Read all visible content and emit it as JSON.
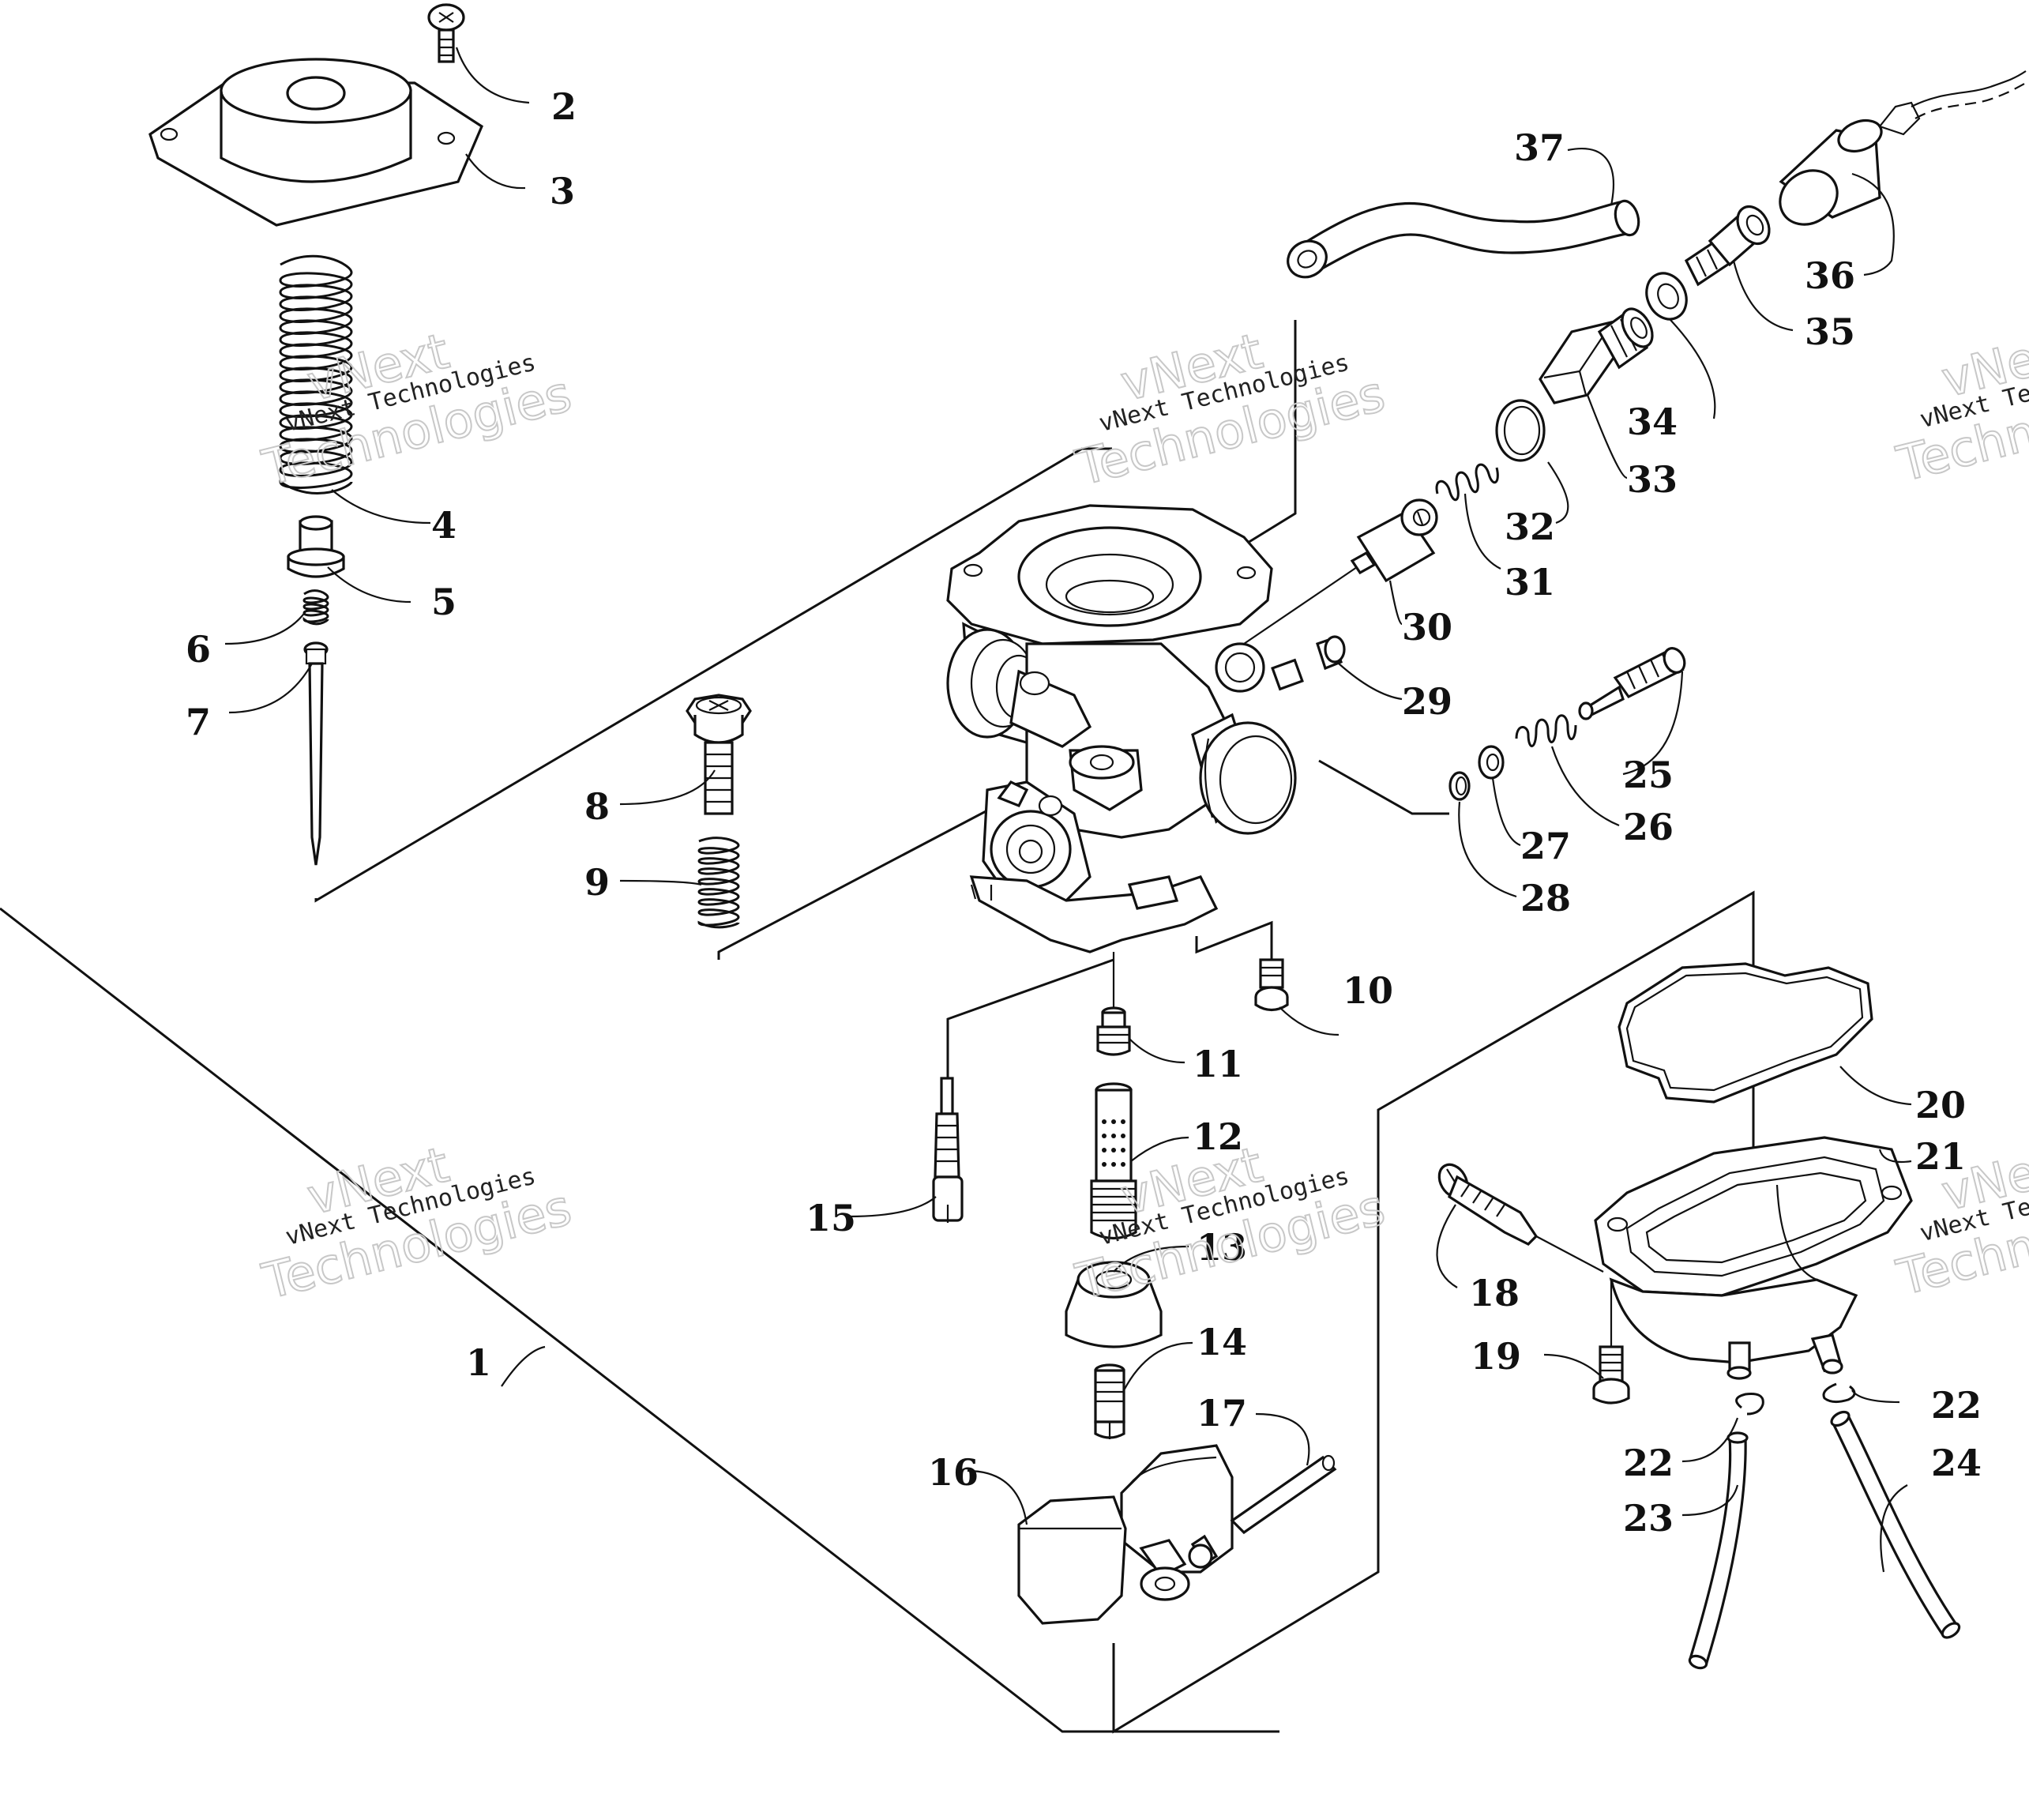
{
  "labels": {
    "p1": "1",
    "p2": "2",
    "p3": "3",
    "p4": "4",
    "p5": "5",
    "p6": "6",
    "p7": "7",
    "p8": "8",
    "p9": "9",
    "p10": "10",
    "p11": "11",
    "p12": "12",
    "p13": "13",
    "p14": "14",
    "p15": "15",
    "p16": "16",
    "p17": "17",
    "p18": "18",
    "p19": "19",
    "p20": "20",
    "p21": "21",
    "p22a": "22",
    "p22b": "22",
    "p23": "23",
    "p24": "24",
    "p25": "25",
    "p26": "26",
    "p27": "27",
    "p28": "28",
    "p29": "29",
    "p30": "30",
    "p31": "31",
    "p32": "32",
    "p33": "33",
    "p34": "34",
    "p35": "35",
    "p36": "36",
    "p37": "37"
  },
  "watermark": {
    "brand": "vNext Technologies",
    "line1": "vNext",
    "line2": "Technologies"
  }
}
